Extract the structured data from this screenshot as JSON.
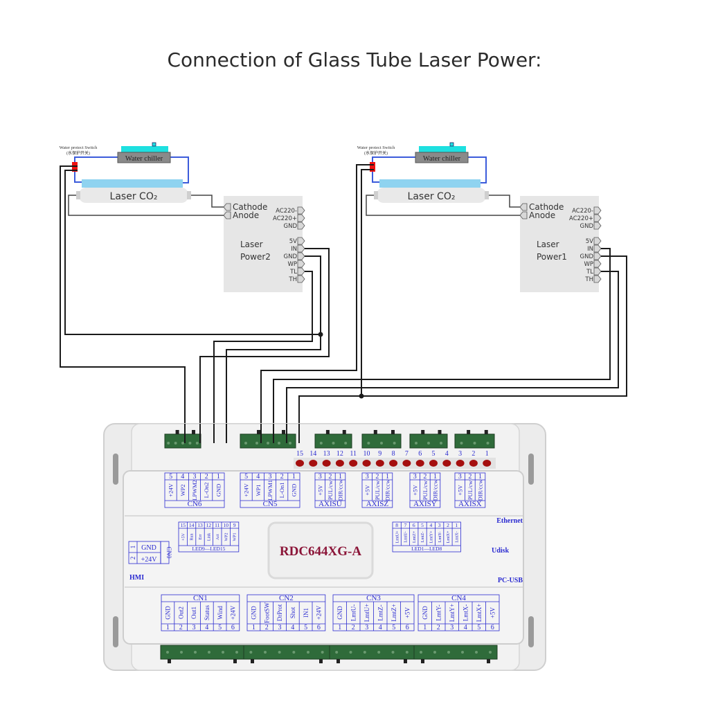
{
  "title": "Connection of Glass Tube Laser Power:",
  "colors": {
    "wire": "#1a1a1a",
    "water_pipe": "#3b5bdb",
    "tube_water": "#8fd3f0",
    "chiller_top": "#1ee0e0",
    "chiller_body": "#8a8a8a",
    "switch": "#ee1111",
    "psu_box": "#e6e6e6",
    "label_blue": "#2a2ad0",
    "model_red": "#8b1538",
    "terminal_green": "#2f6b3a",
    "led_red": "#a50f0f"
  },
  "setups": [
    {
      "switch_label": "Water protect Switch",
      "switch_label_cn": "(水保护开关)",
      "chiller_label": "Water chiller",
      "tube_label": "Laser CO₂",
      "psu": {
        "name_line1": "Laser",
        "name_line2": "Power2",
        "hv_pins": [
          "Cathode",
          "Anode"
        ],
        "ac_pins": [
          "AC220-",
          "AC220+",
          "GND"
        ],
        "signal_pins": [
          "5V",
          "IN",
          "GND",
          "WP",
          "TL",
          "TH"
        ]
      }
    },
    {
      "switch_label": "Water protect Switch",
      "switch_label_cn": "(水保护开关)",
      "chiller_label": "Water chiller",
      "tube_label": "Laser CO₂",
      "psu": {
        "name_line1": "Laser",
        "name_line2": "Power1",
        "hv_pins": [
          "Cathode",
          "Anode"
        ],
        "ac_pins": [
          "AC220-",
          "AC220+",
          "GND"
        ],
        "signal_pins": [
          "5V",
          "IN",
          "GND",
          "WP",
          "TL",
          "TH"
        ]
      }
    }
  ],
  "controller": {
    "model": "RDC644XG-A",
    "led_numbers": [
      "15",
      "14",
      "13",
      "12",
      "11",
      "10",
      "9",
      "8",
      "7",
      "6",
      "5",
      "4",
      "3",
      "2",
      "1"
    ],
    "top_blocks": [
      {
        "name": "CN6",
        "nums": [
          "5",
          "4",
          "3",
          "2",
          "1"
        ],
        "pins": [
          "+24V",
          "WP2",
          "LPWM2",
          "L-On2",
          "GND"
        ]
      },
      {
        "name": "CN5",
        "nums": [
          "5",
          "4",
          "3",
          "2",
          "1"
        ],
        "pins": [
          "+24V",
          "WP1",
          "LPWM1",
          "L-On1",
          "GND"
        ]
      },
      {
        "name": "AXISU",
        "nums": [
          "3",
          "2",
          "1"
        ],
        "pins": [
          "+5V",
          "PUL/cw",
          "DIR/ccw"
        ]
      },
      {
        "name": "AXISZ",
        "nums": [
          "3",
          "2",
          "1"
        ],
        "pins": [
          "+5V",
          "PUL/cw",
          "DIR/ccw"
        ]
      },
      {
        "name": "AXISY",
        "nums": [
          "3",
          "2",
          "1"
        ],
        "pins": [
          "+5V",
          "PUL/cw",
          "DIR/ccw"
        ]
      },
      {
        "name": "AXISX",
        "nums": [
          "3",
          "2",
          "1"
        ],
        "pins": [
          "+5V",
          "PUL/cw",
          "DIR/ccw"
        ]
      }
    ],
    "led_left": {
      "name": "LED9—LED15",
      "nums": [
        "15",
        "14",
        "13",
        "12",
        "11",
        "10",
        "9"
      ],
      "pins": [
        "+5V",
        "Run",
        "Err",
        "Link",
        "Act",
        "WP2",
        "WP1"
      ]
    },
    "led_right": {
      "name": "LED1—LED8",
      "nums": [
        "8",
        "7",
        "6",
        "5",
        "4",
        "3",
        "2",
        "1"
      ],
      "pins": [
        "LmtU+",
        "LmtU-",
        "LmtZ+",
        "LmtZ-",
        "LmtY+",
        "LmtY-",
        "LmtX+",
        "LmtX-"
      ]
    },
    "power_block": {
      "name": "CN0",
      "nums": [
        "1",
        "2"
      ],
      "pins": [
        "GND",
        "+24V"
      ]
    },
    "side_labels": {
      "hmi": "HMI",
      "ethernet": "Ethernet",
      "udisk": "Udisk",
      "pcusb": "PC-USB"
    },
    "bottom_blocks": [
      {
        "name": "CN1",
        "nums": [
          "1",
          "2",
          "3",
          "4",
          "5",
          "6"
        ],
        "pins": [
          "GND",
          "Out2",
          "Out1",
          "Status",
          "Wind",
          "+24V"
        ]
      },
      {
        "name": "CN2",
        "nums": [
          "1",
          "2",
          "3",
          "4",
          "5",
          "6"
        ],
        "pins": [
          "GND",
          "FootSW",
          "DrProt",
          "Shot",
          "IN1",
          "+24V"
        ]
      },
      {
        "name": "CN3",
        "nums": [
          "1",
          "2",
          "3",
          "4",
          "5",
          "6"
        ],
        "pins": [
          "GND",
          "LmtU-",
          "LmtU+",
          "LmtZ-",
          "LmtZ+",
          "+5V"
        ]
      },
      {
        "name": "CN4",
        "nums": [
          "1",
          "2",
          "3",
          "4",
          "5",
          "6"
        ],
        "pins": [
          "GND",
          "LmtY-",
          "LmtY+",
          "LmtX-",
          "LmtX+",
          "+5V"
        ]
      }
    ]
  }
}
